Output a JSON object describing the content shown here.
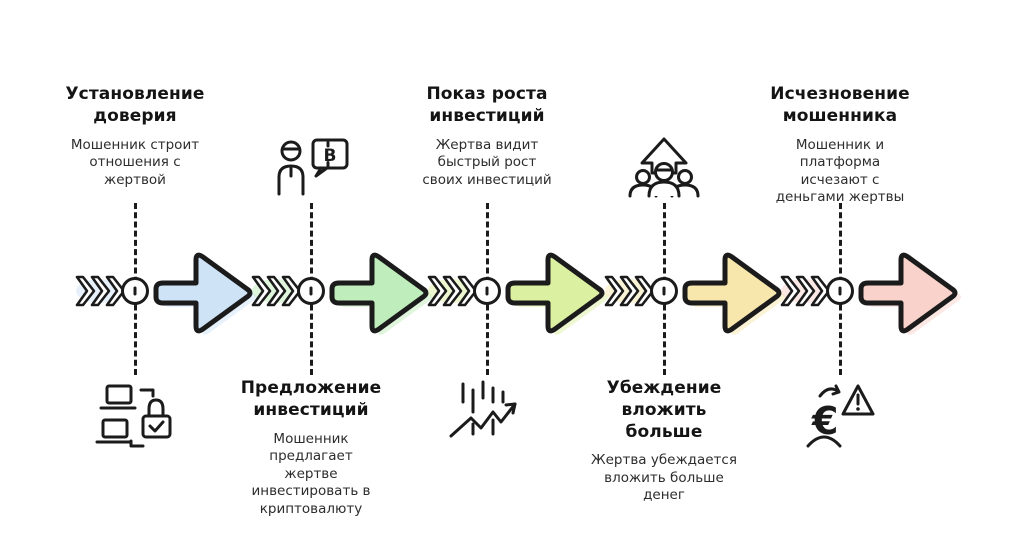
{
  "diagram": {
    "background": "#ffffff",
    "line_color": "#1b1b1b",
    "bitcoin_symbol": "B",
    "euro_symbol": "€",
    "stages": [
      {
        "title": "Установление доверия",
        "description": "Мошенник строит отношения с жертвой",
        "icon": "laptops-lock-icon",
        "color": "#cfe3f7",
        "text_position": "top"
      },
      {
        "title": "Предложение инвестиций",
        "description": "Мошенник предлагает жертве инвестировать в криптовалюту",
        "icon": "person-bitcoin-speech-icon",
        "color": "#bfeebc",
        "text_position": "bottom"
      },
      {
        "title": "Показ роста инвестиций",
        "description": "Жертва видит быстрый рост своих инвестиций",
        "icon": "growth-chart-icon",
        "color": "#dcf0a2",
        "text_position": "top"
      },
      {
        "title": "Убеждение вложить больше",
        "description": "Жертва убеждается вложить больше денег",
        "icon": "people-up-arrow-icon",
        "color": "#f8e7ac",
        "text_position": "bottom"
      },
      {
        "title": "Исчезновение мошенника",
        "description": "Мошенник и платформа исчезают с деньгами жертвы",
        "icon": "euro-warning-icon",
        "color": "#f8d2cb",
        "text_position": "top"
      }
    ]
  }
}
